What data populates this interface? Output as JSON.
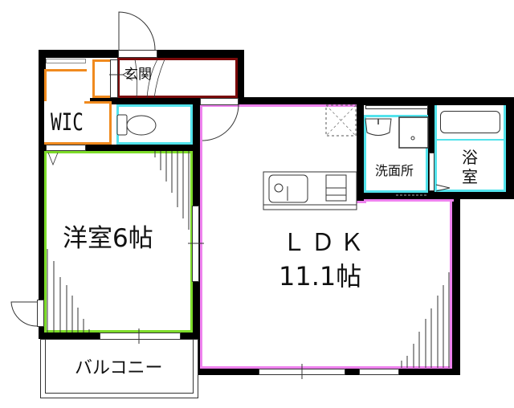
{
  "floorplan": {
    "rooms": {
      "entrance": {
        "label": "玄関",
        "color": "#7a0a0a"
      },
      "wic": {
        "label": "WIC",
        "color": "#f08a1e"
      },
      "toilet": {
        "label": "",
        "color": "#52e3ec"
      },
      "western_room": {
        "label": "洋室6帖",
        "color": "#7ddc2a"
      },
      "ldk": {
        "label_line1": "ＬＤＫ",
        "label_line2": "11.1帖",
        "color": "#ee82ee"
      },
      "washroom": {
        "label": "洗面所",
        "color": "#52e3ec"
      },
      "bathroom": {
        "label_line1": "浴",
        "label_line2": "室",
        "color": "#52e3ec"
      },
      "balcony": {
        "label": "バルコニー"
      }
    },
    "wall_color": "#000000"
  }
}
